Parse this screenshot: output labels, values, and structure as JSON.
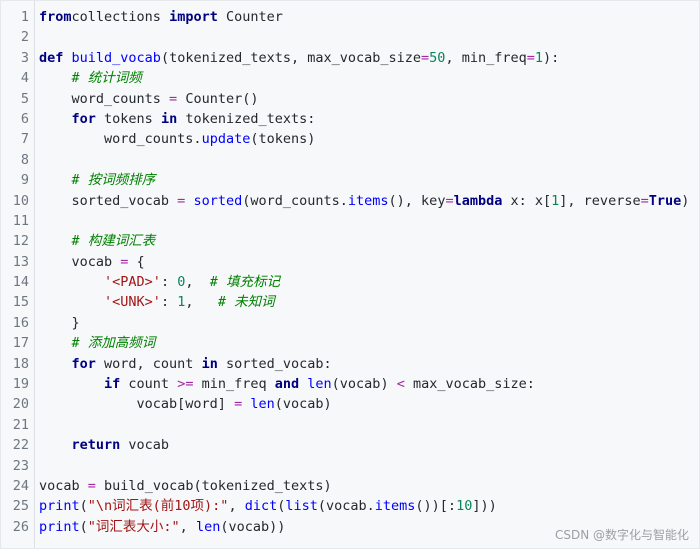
{
  "code_lines": [
    {
      "n": "1",
      "t": [
        [
          "kw",
          "from"
        ],
        [
          "",
          "collections "
        ],
        [
          "kw",
          "import"
        ],
        [
          "",
          " Counter"
        ]
      ]
    },
    {
      "n": "2",
      "t": []
    },
    {
      "n": "3",
      "t": [
        [
          "kw",
          "def"
        ],
        [
          "",
          " "
        ],
        [
          "fn",
          "build_vocab"
        ],
        [
          "",
          "(tokenized_texts, max_vocab_size"
        ],
        [
          "op",
          "="
        ],
        [
          "num",
          "50"
        ],
        [
          "",
          ", min_freq"
        ],
        [
          "op",
          "="
        ],
        [
          "num",
          "1"
        ],
        [
          "",
          "):"
        ]
      ]
    },
    {
      "n": "4",
      "t": [
        [
          "",
          "    "
        ],
        [
          "cm",
          "# 统计词频"
        ]
      ]
    },
    {
      "n": "5",
      "t": [
        [
          "",
          "    word_counts "
        ],
        [
          "op",
          "="
        ],
        [
          "",
          " Counter()"
        ]
      ]
    },
    {
      "n": "6",
      "t": [
        [
          "",
          "    "
        ],
        [
          "kw",
          "for"
        ],
        [
          "",
          " tokens "
        ],
        [
          "kw",
          "in"
        ],
        [
          "",
          " tokenized_texts:"
        ]
      ]
    },
    {
      "n": "7",
      "t": [
        [
          "",
          "        word_counts."
        ],
        [
          "fn",
          "update"
        ],
        [
          "",
          "(tokens)"
        ]
      ]
    },
    {
      "n": "8",
      "t": []
    },
    {
      "n": "9",
      "t": [
        [
          "",
          "    "
        ],
        [
          "cm",
          "# 按词频排序"
        ]
      ]
    },
    {
      "n": "10",
      "t": [
        [
          "",
          "    sorted_vocab "
        ],
        [
          "op",
          "="
        ],
        [
          "",
          " "
        ],
        [
          "fn",
          "sorted"
        ],
        [
          "",
          "(word_counts."
        ],
        [
          "fn",
          "items"
        ],
        [
          "",
          "(), key"
        ],
        [
          "op",
          "="
        ],
        [
          "kw",
          "lambda"
        ],
        [
          "",
          " x: x["
        ],
        [
          "num",
          "1"
        ],
        [
          "",
          "], reverse"
        ],
        [
          "op",
          "="
        ],
        [
          "kw",
          "True"
        ],
        [
          "",
          ")"
        ]
      ]
    },
    {
      "n": "11",
      "t": []
    },
    {
      "n": "12",
      "t": [
        [
          "",
          "    "
        ],
        [
          "cm",
          "# 构建词汇表"
        ]
      ]
    },
    {
      "n": "13",
      "t": [
        [
          "",
          "    vocab "
        ],
        [
          "op",
          "="
        ],
        [
          "",
          " {"
        ]
      ]
    },
    {
      "n": "14",
      "t": [
        [
          "",
          "        "
        ],
        [
          "str",
          "'<PAD>'"
        ],
        [
          "",
          ": "
        ],
        [
          "num",
          "0"
        ],
        [
          "",
          ",  "
        ],
        [
          "cm",
          "# 填充标记"
        ]
      ]
    },
    {
      "n": "15",
      "t": [
        [
          "",
          "        "
        ],
        [
          "str",
          "'<UNK>'"
        ],
        [
          "",
          ": "
        ],
        [
          "num",
          "1"
        ],
        [
          "",
          ",   "
        ],
        [
          "cm",
          "# 未知词"
        ]
      ]
    },
    {
      "n": "16",
      "t": [
        [
          "",
          "    }"
        ]
      ]
    },
    {
      "n": "17",
      "t": [
        [
          "",
          "    "
        ],
        [
          "cm",
          "# 添加高频词"
        ]
      ]
    },
    {
      "n": "18",
      "t": [
        [
          "",
          "    "
        ],
        [
          "kw",
          "for"
        ],
        [
          "",
          " word, count "
        ],
        [
          "kw",
          "in"
        ],
        [
          "",
          " sorted_vocab:"
        ]
      ]
    },
    {
      "n": "19",
      "t": [
        [
          "",
          "        "
        ],
        [
          "kw",
          "if"
        ],
        [
          "",
          " count "
        ],
        [
          "op",
          ">="
        ],
        [
          "",
          " min_freq "
        ],
        [
          "kw",
          "and"
        ],
        [
          "",
          " "
        ],
        [
          "fn",
          "len"
        ],
        [
          "",
          "(vocab) "
        ],
        [
          "op",
          "<"
        ],
        [
          "",
          " max_vocab_size:"
        ]
      ]
    },
    {
      "n": "20",
      "t": [
        [
          "",
          "            vocab[word] "
        ],
        [
          "op",
          "="
        ],
        [
          "",
          " "
        ],
        [
          "fn",
          "len"
        ],
        [
          "",
          "(vocab)"
        ]
      ]
    },
    {
      "n": "21",
      "t": []
    },
    {
      "n": "22",
      "t": [
        [
          "",
          "    "
        ],
        [
          "kw",
          "return"
        ],
        [
          "",
          " vocab"
        ]
      ]
    },
    {
      "n": "23",
      "t": []
    },
    {
      "n": "24",
      "t": [
        [
          "",
          "vocab "
        ],
        [
          "op",
          "="
        ],
        [
          "",
          " build_vocab(tokenized_texts)"
        ]
      ]
    },
    {
      "n": "25",
      "t": [
        [
          "fn",
          "print"
        ],
        [
          "",
          "("
        ],
        [
          "str",
          "\"\\n词汇表(前10项):\""
        ],
        [
          "",
          ", "
        ],
        [
          "fn",
          "dict"
        ],
        [
          "",
          "("
        ],
        [
          "fn",
          "list"
        ],
        [
          "",
          "(vocab."
        ],
        [
          "fn",
          "items"
        ],
        [
          "",
          "())[:"
        ],
        [
          "num",
          "10"
        ],
        [
          "",
          "]))"
        ]
      ]
    },
    {
      "n": "26",
      "t": [
        [
          "fn",
          "print"
        ],
        [
          "",
          "("
        ],
        [
          "str",
          "\"词汇表大小:\""
        ],
        [
          "",
          ", "
        ],
        [
          "fn",
          "len"
        ],
        [
          "",
          "(vocab))"
        ]
      ]
    }
  ],
  "watermark": "CSDN @数字化与智能化"
}
